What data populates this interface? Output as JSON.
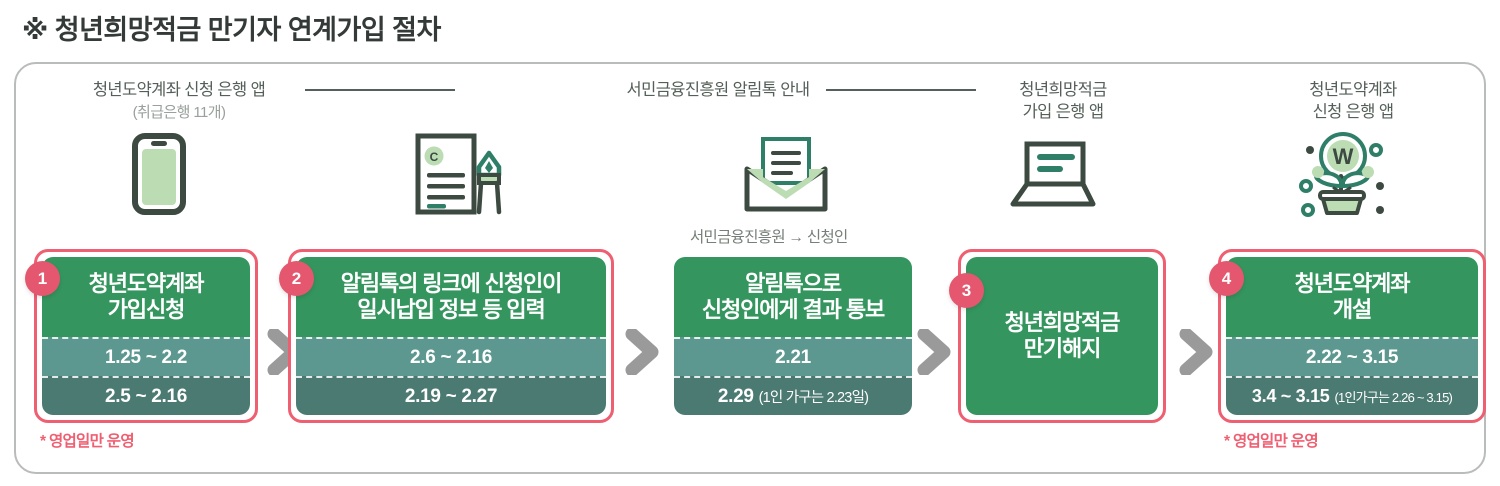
{
  "title": "※ 청년희망적금 만기자 연계가입 절차",
  "columns": [
    {
      "id": "col1",
      "label": "청년도약계좌 신청 은행 앱",
      "sublabel": "(취급은행 11개)",
      "icon": "smartphone-icon"
    },
    {
      "id": "col2",
      "label": "서민금융진흥원 알림톡 안내",
      "sublabel": "",
      "icon": "document-pen-icon"
    },
    {
      "id": "col3",
      "label": "청년희망적금\n가입 은행 앱",
      "line1": "청년희망적금",
      "line2": "가입 은행 앱",
      "icon": "laptop-icon"
    },
    {
      "id": "col4",
      "label": "청년도약계좌\n신청 은행 앱",
      "line1": "청년도약계좌",
      "line2": "신청 은행 앱",
      "icon": "money-plant-icon"
    }
  ],
  "steps": [
    {
      "number": "1",
      "title_line1": "청년도약계좌",
      "title_line2": "가입신청",
      "date_primary": "1.25 ~ 2.2",
      "date_secondary": "2.5 ~ 2.16",
      "date_secondary_note": "",
      "caption": "* 영업일만 운영",
      "above_label": ""
    },
    {
      "number": "2",
      "title_line1": "알림톡의 링크에 신청인이",
      "title_line2": "일시납입 정보 등 입력",
      "date_primary": "2.6 ~ 2.16",
      "date_secondary": "2.19 ~ 2.27",
      "date_secondary_note": "",
      "caption": "",
      "above_label": ""
    },
    {
      "number": "",
      "title_line1": "알림톡으로",
      "title_line2": "신청인에게 결과 통보",
      "date_primary": "2.21",
      "date_secondary": "2.29",
      "date_secondary_note": "(1인 가구는 2.23일)",
      "caption": "",
      "above_label": "서민금융진흥원 → 신청인"
    },
    {
      "number": "3",
      "title_line1": "청년희망적금",
      "title_line2": "만기해지",
      "date_primary": "",
      "date_secondary": "",
      "date_secondary_note": "",
      "caption": "",
      "above_label": ""
    },
    {
      "number": "4",
      "title_line1": "청년도약계좌",
      "title_line2": "개설",
      "date_primary": "2.22 ~ 3.15",
      "date_secondary": "3.4 ~ 3.15",
      "date_secondary_note": "(1인가구는 2.26 ~ 3.15)",
      "caption": "* 영업일만 운영",
      "above_label": ""
    }
  ],
  "colors": {
    "green_title": "#35955f",
    "green_mid": "#5c9890",
    "green_dark": "#4b7a72",
    "pink_frame": "#ef5f72",
    "badge": "#e4576e",
    "arrow_gray": "#9a9a9a",
    "border_gray": "#b9bcbb"
  }
}
